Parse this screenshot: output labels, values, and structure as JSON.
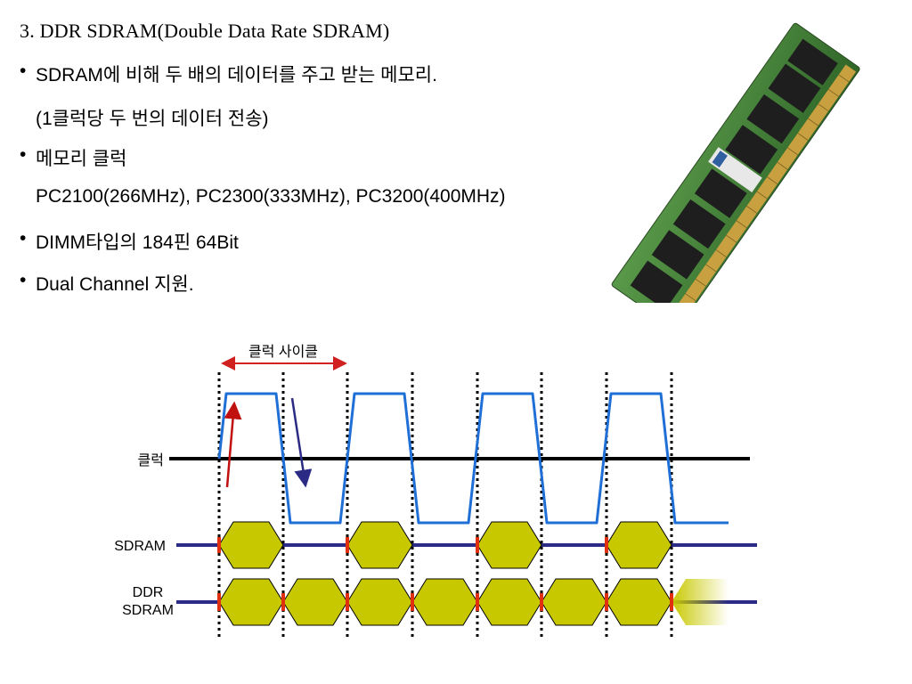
{
  "slide": {
    "title": "3. DDR SDRAM(Double Data Rate SDRAM)",
    "bullet_char": "•",
    "lines": [
      "SDRAM에 비해 두 배의 데이터를 주고 받는 메모리.",
      "(1클럭당 두 번의 데이터 전송)",
      "메모리 클럭",
      "PC2100(266MHz), PC2300(333MHz), PC3200(400MHz)",
      "DIMM타입의 184핀 64Bit",
      "Dual Channel 지원."
    ]
  },
  "image": {
    "description_icon": "ddr-ram-module-icon",
    "module_colors": {
      "pcb": "#3e7a36",
      "chip": "#1e1e1e",
      "contact": "#c8a040"
    }
  },
  "diagram": {
    "cycle_label": "클럭 사이클",
    "clock_label": "클럭",
    "sdram_label": "SDRAM",
    "ddr_label_line1": "DDR",
    "ddr_label_line2": "SDRAM",
    "colors": {
      "clock_wave": "#1f6fd6",
      "clock_line": "#000000",
      "bus_line": "#2b2b86",
      "data_eye": "#c8c800",
      "marker": "#e03010",
      "arrow_up": "#c01010",
      "arrow_down": "#2b2b86",
      "cycle_arrow": "#d02020"
    }
  }
}
